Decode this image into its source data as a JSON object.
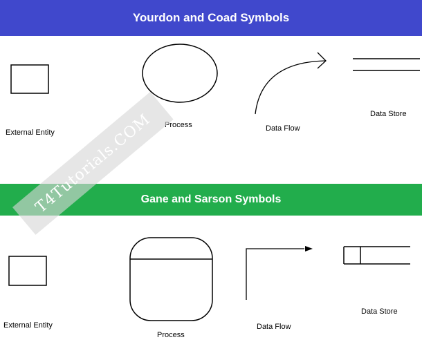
{
  "sections": {
    "yourdon": {
      "title": "Yourdon and Coad Symbols",
      "color": "#4048CC",
      "labels": {
        "external_entity": "External Entity",
        "process": "Process",
        "data_flow": "Data Flow",
        "data_store": "Data Store"
      }
    },
    "gane": {
      "title": "Gane and Sarson Symbols",
      "color": "#22AD4C",
      "labels": {
        "external_entity": "External Entity",
        "process": "Process",
        "data_flow": "Data Flow",
        "data_store": "Data Store"
      }
    }
  },
  "watermark": {
    "text": "T4Tutorials.COM"
  }
}
